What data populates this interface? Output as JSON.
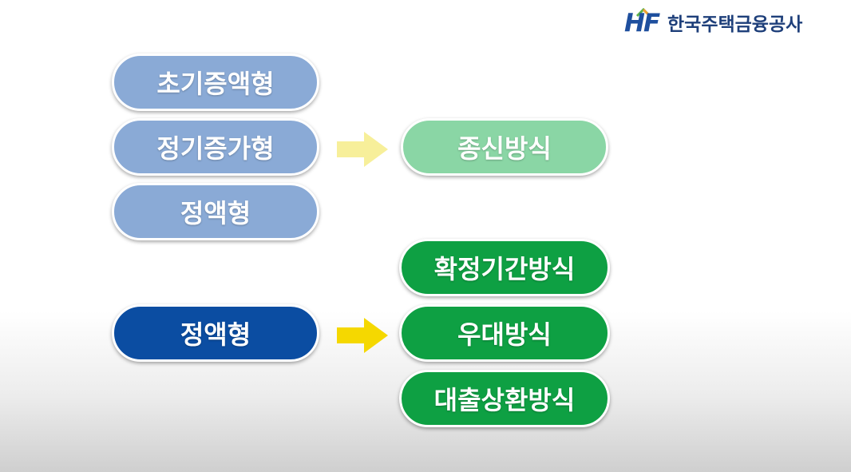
{
  "logo": {
    "mark": "HF",
    "name": "한국주택금융공사"
  },
  "left_top": [
    "초기증액형",
    "정기증가형",
    "정액형"
  ],
  "left_bottom": "정액형",
  "right_top": "종신방식",
  "right_bottom": [
    "확정기간방식",
    "우대방식",
    "대출상환방식"
  ],
  "colors": {
    "light_blue": "#8aaad6",
    "dark_blue": "#0b4da2",
    "light_green": "#8ad6a5",
    "dark_green": "#0ea043",
    "arrow_light": "#f7ef9a",
    "arrow_dark": "#f5d800",
    "brand_blue": "#1e4f9e",
    "roof_green": "#5bb04a",
    "roof_orange": "#f0a030"
  },
  "icons": {
    "arrow": "right-arrow-icon",
    "roof": "house-roof-icon"
  }
}
